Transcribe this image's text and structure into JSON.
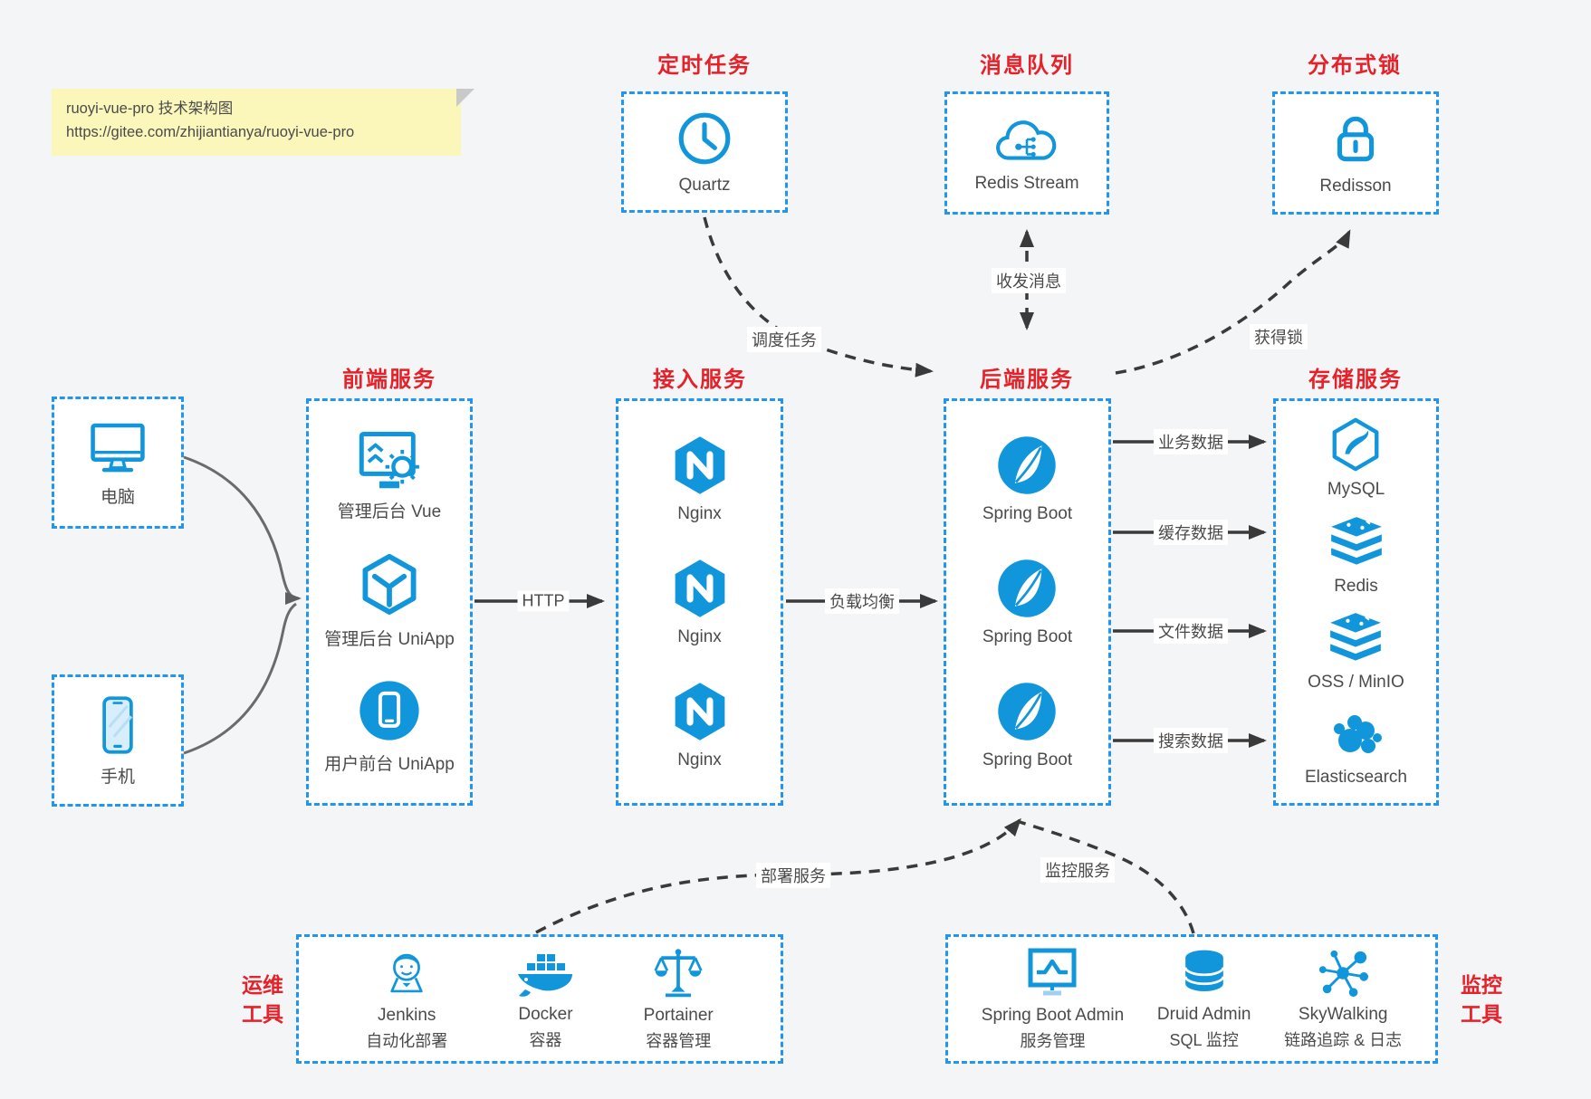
{
  "note": {
    "line1": "ruoyi-vue-pro 技术架构图",
    "line2": "https://gitee.com/zhijiantianya/ruoyi-vue-pro"
  },
  "colors": {
    "accent_blue": "#1296db",
    "border_blue": "#2095f2",
    "title_red": "#e62129",
    "arrow_dark": "#3a3a3a",
    "device_arrow_grey": "#606060",
    "note_bg": "#fbf7bb",
    "page_bg": "#f4f5f6"
  },
  "top_groups": [
    {
      "title": "定时任务",
      "icon": "clock-icon",
      "label": "Quartz"
    },
    {
      "title": "消息队列",
      "icon": "cloud-share-icon",
      "label": "Redis Stream"
    },
    {
      "title": "分布式锁",
      "icon": "lock-icon",
      "label": "Redisson"
    }
  ],
  "clients": [
    {
      "icon": "monitor-icon",
      "label": "电脑"
    },
    {
      "icon": "phone-icon",
      "label": "手机"
    }
  ],
  "columns": [
    {
      "title": "前端服务",
      "items": [
        {
          "icon": "admin-vue-icon",
          "label": "管理后台 Vue"
        },
        {
          "icon": "uniapp-cube-icon",
          "label": "管理后台 UniApp"
        },
        {
          "icon": "user-app-icon",
          "label": "用户前台 UniApp"
        }
      ]
    },
    {
      "title": "接入服务",
      "items": [
        {
          "icon": "nginx-icon",
          "label": "Nginx"
        },
        {
          "icon": "nginx-icon",
          "label": "Nginx"
        },
        {
          "icon": "nginx-icon",
          "label": "Nginx"
        }
      ]
    },
    {
      "title": "后端服务",
      "items": [
        {
          "icon": "spring-boot-icon",
          "label": "Spring Boot"
        },
        {
          "icon": "spring-boot-icon",
          "label": "Spring Boot"
        },
        {
          "icon": "spring-boot-icon",
          "label": "Spring Boot"
        }
      ]
    },
    {
      "title": "存储服务",
      "items": [
        {
          "icon": "mysql-icon",
          "label": "MySQL"
        },
        {
          "icon": "redis-stack-icon",
          "label": "Redis"
        },
        {
          "icon": "oss-stack-icon",
          "label": "OSS / MinIO"
        },
        {
          "icon": "elasticsearch-icon",
          "label": "Elasticsearch"
        }
      ]
    }
  ],
  "bottom_groups": [
    {
      "side_line1": "运维",
      "side_line2": "工具",
      "items": [
        {
          "icon": "jenkins-icon",
          "line1": "Jenkins",
          "line2": "自动化部署"
        },
        {
          "icon": "docker-icon",
          "line1": "Docker",
          "line2": "容器"
        },
        {
          "icon": "portainer-icon",
          "line1": "Portainer",
          "line2": "容器管理"
        }
      ]
    },
    {
      "side_line1": "监控",
      "side_line2": "工具",
      "items": [
        {
          "icon": "spring-boot-admin-icon",
          "line1": "Spring Boot Admin",
          "line2": "服务管理"
        },
        {
          "icon": "druid-icon",
          "line1": "Druid Admin",
          "line2": "SQL 监控"
        },
        {
          "icon": "skywalking-icon",
          "line1": "SkyWalking",
          "line2": "链路追踪 & 日志"
        }
      ]
    }
  ],
  "edges": {
    "http": "HTTP",
    "load_balance": "负载均衡",
    "biz_data": "业务数据",
    "cache_data": "缓存数据",
    "file_data": "文件数据",
    "search_data": "搜索数据",
    "schedule": "调度任务",
    "message": "收发消息",
    "lock": "获得锁",
    "deploy": "部署服务",
    "monitor": "监控服务"
  }
}
